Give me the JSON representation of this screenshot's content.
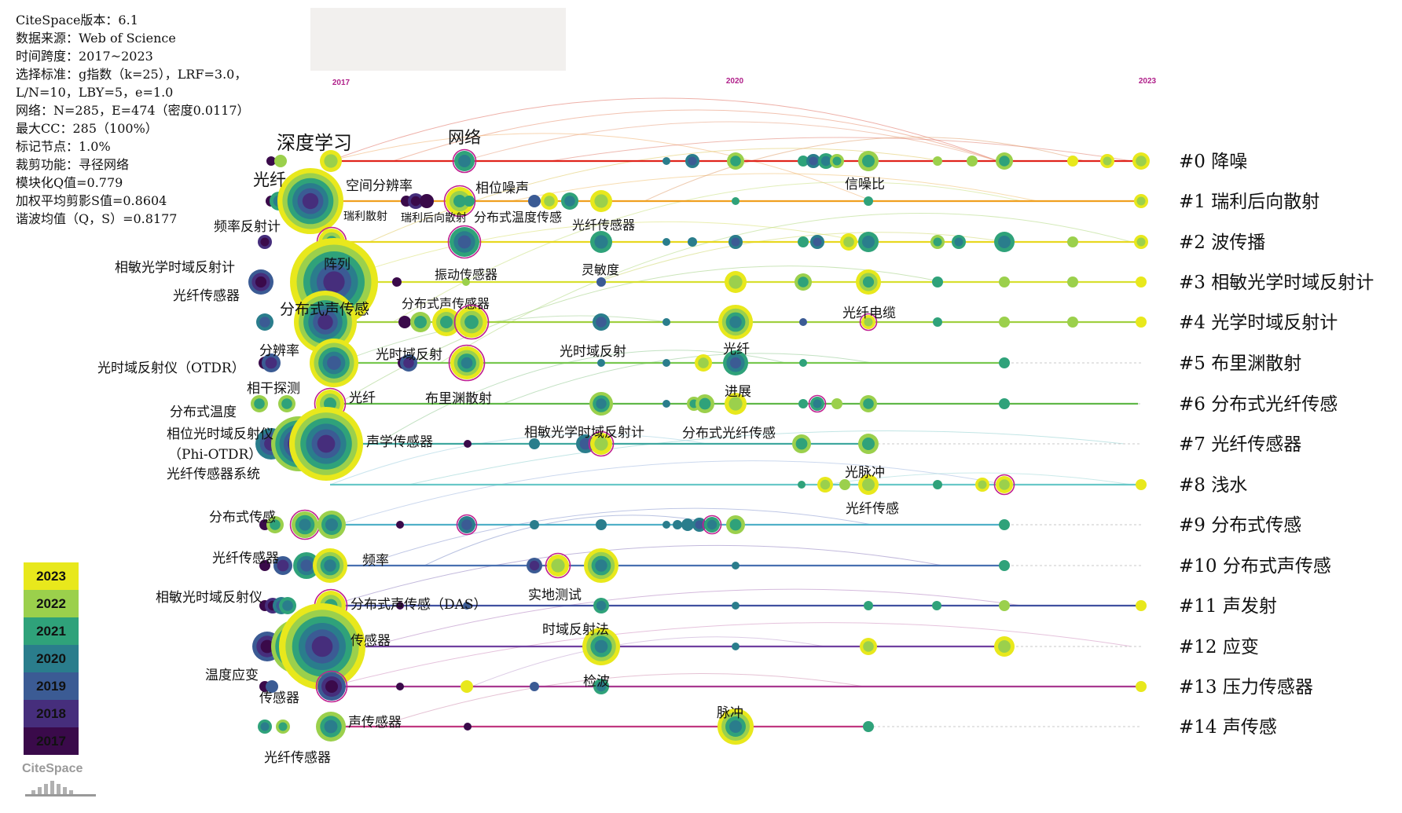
{
  "info_lines": [
    "CiteSpace版本：6.1",
    "数据来源：Web of Science",
    "时间跨度：2017~2023",
    "选择标准：g指数（k=25），LRF=3.0，",
    "L/N=10，LBY=5，e=1.0",
    "网络：N=285，E=474（密度0.0117）",
    "最大CC：285（100%）",
    "标记节点：1.0%",
    "裁剪功能：寻径网络",
    "模块化Q值=0.779",
    "加权平均剪影S值=0.8604",
    "谐波均值（Q，S）=0.8177"
  ],
  "years": [
    "2017",
    "2020",
    "2023"
  ],
  "legend": {
    "years": [
      "2023",
      "2022",
      "2021",
      "2020",
      "2019",
      "2018",
      "2017"
    ],
    "colors": [
      "#e8e81c",
      "#9bd04c",
      "#2fa27a",
      "#2a7d8c",
      "#3b5b94",
      "#462e7c",
      "#3a0a4a"
    ]
  },
  "logo_text": "CiteSpace",
  "clusters": [
    {
      "label": "#0 降噪",
      "color": "#e0241c"
    },
    {
      "label": "#1 瑞利后向散射",
      "color": "#f0a020"
    },
    {
      "label": "#2 波传播",
      "color": "#e8d820"
    },
    {
      "label": "#3 相敏光学时域反射计",
      "color": "#d8e030"
    },
    {
      "label": "#4 光学时域反射计",
      "color": "#a0d040"
    },
    {
      "label": "#5 布里渊散射",
      "color": "#78c850"
    },
    {
      "label": "#6 分布式光纤传感",
      "color": "#60b848"
    },
    {
      "label": "#7 光纤传感器",
      "color": "#40a8a0"
    },
    {
      "label": "#8 浅水",
      "color": "#68c8c8"
    },
    {
      "label": "#9 分布式传感",
      "color": "#50b0c8"
    },
    {
      "label": "#10 分布式声传感",
      "color": "#4870b0"
    },
    {
      "label": "#11 声发射",
      "color": "#4050a0"
    },
    {
      "label": "#12 应变",
      "color": "#7040a0"
    },
    {
      "label": "#13 压力传感器",
      "color": "#a83890"
    },
    {
      "label": "#14 声传感",
      "color": "#c03880"
    }
  ],
  "keywords": [
    "深度学习",
    "网络",
    "光纤",
    "空间分辨率",
    "相位噪声",
    "信噪比",
    "瑞利散射",
    "瑞利后向散射",
    "分布式温度传感",
    "光纤传感器",
    "频率反射计",
    "阵列",
    "振动传感器",
    "灵敏度",
    "相敏光学时域反射计",
    "光纤传感器",
    "分布式声传感",
    "分布式声传感器",
    "光纤电缆",
    "分辨率",
    "光时域反射",
    "光时域反射",
    "光纤",
    "光时域反射仪（OTDR）",
    "相干探测",
    "光纤",
    "布里渊散射",
    "进展",
    "分布式温度",
    "相位光时域反射仪",
    "（Phi-OTDR）",
    "声学传感器",
    "相敏光学时域反射计",
    "分布式光纤传感",
    "光纤传感器系统",
    "光脉冲",
    "光纤传感",
    "分布式传感",
    "光纤传感器",
    "频率",
    "实地测试",
    "相敏光时域反射仪",
    "分布式声传感（DAS）",
    "时域反射法",
    "传感器",
    "温度应变",
    "检波",
    "传感器",
    "声传感器",
    "脉冲",
    "光纤传感器"
  ]
}
